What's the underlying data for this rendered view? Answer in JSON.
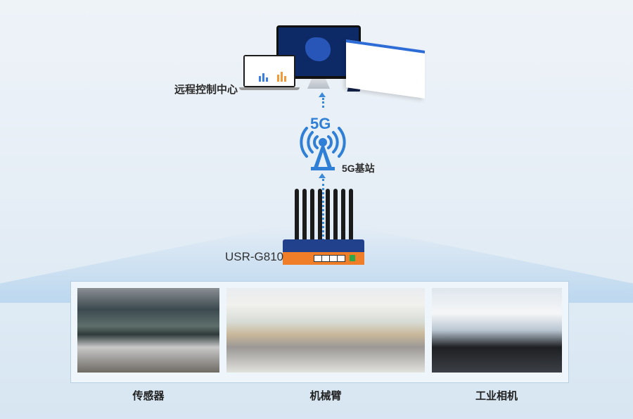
{
  "top": {
    "label": "远程控制中心",
    "icon": "monitor-dashboard-icon"
  },
  "base_station": {
    "signal_label": "5G",
    "label": "5G基站",
    "icon": "cell-tower-icon"
  },
  "router": {
    "label": "USR-G810",
    "icon": "router-icon",
    "antenna_count": 8
  },
  "devices": [
    {
      "label": "传感器",
      "icon": "sensor-photo"
    },
    {
      "label": "机械臂",
      "icon": "robot-arm-photo"
    },
    {
      "label": "工业相机",
      "icon": "industrial-camera-photo"
    }
  ],
  "colors": {
    "accent": "#2f7fd6",
    "router_body": "#22418c",
    "router_front": "#f07d28",
    "text": "#222222"
  }
}
